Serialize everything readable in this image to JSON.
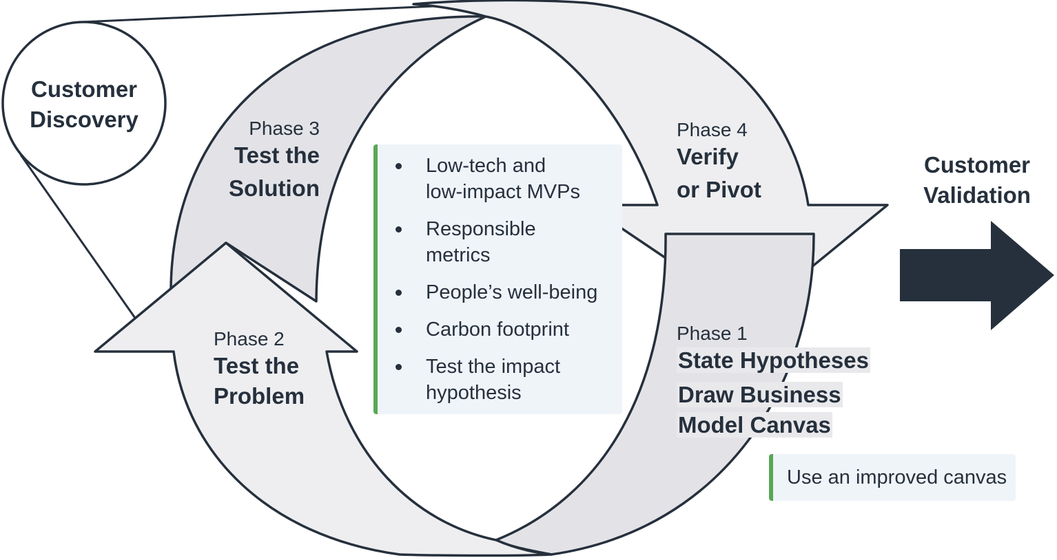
{
  "colors": {
    "outline": "#26303d",
    "fill_light": "#eeeef0",
    "fill_mid": "#e3e3e7",
    "card_bg": "#eff4f9",
    "accent_green": "#5aa755",
    "arrow_dark": "#26303d"
  },
  "discovery": {
    "line1": "Customer",
    "line2": "Discovery"
  },
  "validation": {
    "line1": "Customer",
    "line2": "Validation"
  },
  "phases": {
    "phase1": {
      "label": "Phase 1",
      "title_line1": "State Hypotheses",
      "title_line2": "Draw Business",
      "title_line3": "Model Canvas"
    },
    "phase2": {
      "label": "Phase 2",
      "title_line1": "Test the",
      "title_line2": "Problem"
    },
    "phase3": {
      "label": "Phase 3",
      "title_line1": "Test the",
      "title_line2": "Solution"
    },
    "phase4": {
      "label": "Phase 4",
      "title_line1": "Verify",
      "title_line2": "or Pivot"
    }
  },
  "bullets": [
    {
      "line1": "Low-tech and",
      "line2": "low-impact MVPs"
    },
    {
      "line1": "Responsible",
      "line2": "metrics"
    },
    {
      "line1": "People’s well-being"
    },
    {
      "line1": "Carbon footprint"
    },
    {
      "line1": "Test the impact",
      "line2": "hypothesis"
    }
  ],
  "note": {
    "text": "Use an improved canvas"
  }
}
